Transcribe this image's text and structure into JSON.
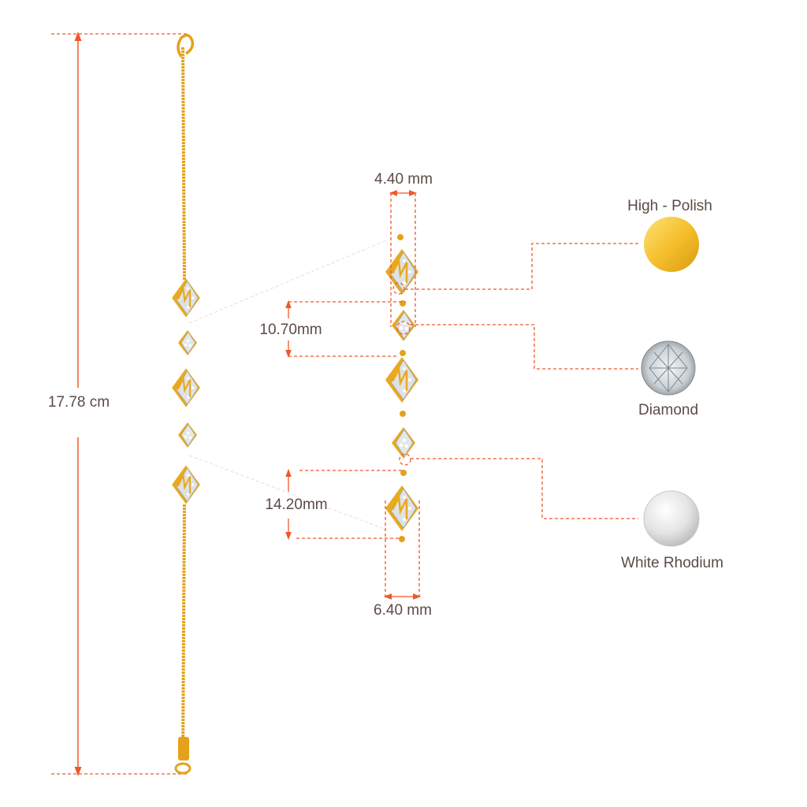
{
  "dimensions": {
    "total_length": "17.78 cm",
    "width_small": "4.40 mm",
    "height_small": "10.70mm",
    "height_large": "14.20mm",
    "width_large": "6.40 mm"
  },
  "materials": [
    {
      "label": "High - Polish",
      "icon": "gold-swatch-icon",
      "color": "#f5c02c"
    },
    {
      "label": "Diamond",
      "icon": "diamond-swatch-icon",
      "color": "#e8ecef"
    },
    {
      "label": "White Rhodium",
      "icon": "rhodium-swatch-icon",
      "color": "#e6e6e6"
    }
  ],
  "colors": {
    "accent": "#f0582a",
    "gold": "#e9a91e",
    "text": "#5b4b47"
  }
}
